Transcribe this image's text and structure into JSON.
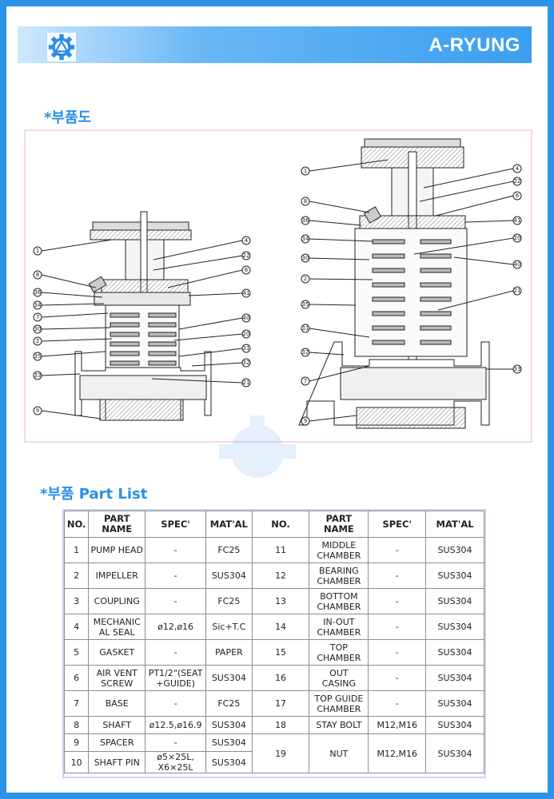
{
  "header": {
    "brand": "A-RYUNG",
    "logo_icon": "gear-triangle-logo-icon"
  },
  "sections": {
    "diagram_title": "*부품도",
    "partlist_title": "*부품 Part List"
  },
  "diagram": {
    "left_labels": [
      "1",
      "8",
      "36",
      "34",
      "7",
      "30",
      "2",
      "35",
      "33",
      "9",
      "4",
      "22",
      "6",
      "41",
      "40",
      "20",
      "31",
      "32",
      "21"
    ],
    "right_labels": [
      "1",
      "8",
      "36",
      "34",
      "30",
      "2",
      "35",
      "31",
      "32",
      "7",
      "9",
      "4",
      "22",
      "6",
      "41",
      "20",
      "40",
      "21",
      "33"
    ]
  },
  "table": {
    "headers": [
      "NO.",
      "PART NAME",
      "SPEC'",
      "MAT'AL",
      "NO.",
      "PART NAME",
      "SPEC'",
      "MAT'AL"
    ],
    "rows": [
      {
        "no1": "1",
        "name1": "PUMP HEAD",
        "spec1": "-",
        "mat1": "FC25",
        "no2": "11",
        "name2": "MIDDLE CHAMBER",
        "spec2": "-",
        "mat2": "SUS304"
      },
      {
        "no1": "2",
        "name1": "IMPELLER",
        "spec1": "-",
        "mat1": "SUS304",
        "no2": "12",
        "name2": "BEARING CHAMBER",
        "spec2": "-",
        "mat2": "SUS304"
      },
      {
        "no1": "3",
        "name1": "COUPLING",
        "spec1": "-",
        "mat1": "FC25",
        "no2": "13",
        "name2": "BOTTOM CHAMBER",
        "spec2": "-",
        "mat2": "SUS304"
      },
      {
        "no1": "4",
        "name1": "MECHANIC AL SEAL",
        "spec1": "ø12,ø16",
        "mat1": "Sic+T.C",
        "no2": "14",
        "name2": "IN-OUT CHAMBER",
        "spec2": "-",
        "mat2": "SUS304"
      },
      {
        "no1": "5",
        "name1": "GASKET",
        "spec1": "-",
        "mat1": "PAPER",
        "no2": "15",
        "name2": "TOP CHAMBER",
        "spec2": "-",
        "mat2": "SUS304"
      },
      {
        "no1": "6",
        "name1": "AIR VENT SCREW",
        "spec1": "PT1/2\"(SEAT +GUIDE)",
        "mat1": "SUS304",
        "no2": "16",
        "name2": "OUT CASING",
        "spec2": "-",
        "mat2": "SUS304"
      },
      {
        "no1": "7",
        "name1": "BASE",
        "spec1": "-",
        "mat1": "FC25",
        "no2": "17",
        "name2": "TOP GUIDE CHAMBER",
        "spec2": "-",
        "mat2": "SUS304"
      },
      {
        "no1": "8",
        "name1": "SHAFT",
        "spec1": "ø12.5,ø16.9",
        "mat1": "SUS304",
        "no2": "18",
        "name2": "STAY BOLT",
        "spec2": "M12,M16",
        "mat2": "SUS304"
      },
      {
        "no1": "9",
        "name1": "SPACER",
        "spec1": "-",
        "mat1": "SUS304",
        "no2": "19",
        "name2": "NUT",
        "spec2": "M12,M16",
        "mat2": "SUS304"
      },
      {
        "no1": "10",
        "name1": "SHAFT PIN",
        "spec1": "ø5×25L, X6×25L",
        "mat1": "SUS304"
      }
    ]
  }
}
